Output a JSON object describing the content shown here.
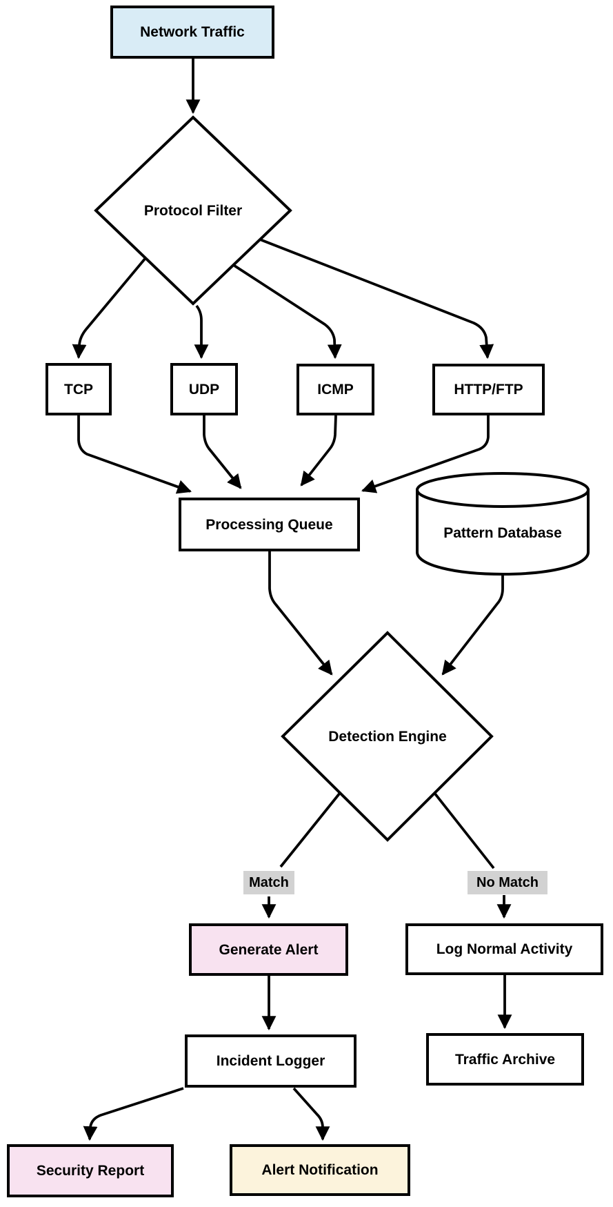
{
  "diagram": {
    "type": "flowchart",
    "nodes": [
      {
        "id": "network-traffic",
        "label": "Network Traffic",
        "shape": "rectangle",
        "fill": "#d9ecf6"
      },
      {
        "id": "protocol-filter",
        "label": "Protocol Filter",
        "shape": "diamond",
        "fill": "#ffffff"
      },
      {
        "id": "tcp",
        "label": "TCP",
        "shape": "rectangle",
        "fill": "#ffffff"
      },
      {
        "id": "udp",
        "label": "UDP",
        "shape": "rectangle",
        "fill": "#ffffff"
      },
      {
        "id": "icmp",
        "label": "ICMP",
        "shape": "rectangle",
        "fill": "#ffffff"
      },
      {
        "id": "http-ftp",
        "label": "HTTP/FTP",
        "shape": "rectangle",
        "fill": "#ffffff"
      },
      {
        "id": "processing-queue",
        "label": "Processing Queue",
        "shape": "rectangle",
        "fill": "#ffffff"
      },
      {
        "id": "pattern-database",
        "label": "Pattern Database",
        "shape": "cylinder",
        "fill": "#ffffff"
      },
      {
        "id": "detection-engine",
        "label": "Detection Engine",
        "shape": "diamond",
        "fill": "#ffffff"
      },
      {
        "id": "generate-alert",
        "label": "Generate Alert",
        "shape": "rectangle",
        "fill": "#f8e2f0"
      },
      {
        "id": "log-normal-activity",
        "label": "Log Normal Activity",
        "shape": "rectangle",
        "fill": "#ffffff"
      },
      {
        "id": "incident-logger",
        "label": "Incident Logger",
        "shape": "rectangle",
        "fill": "#ffffff"
      },
      {
        "id": "traffic-archive",
        "label": "Traffic Archive",
        "shape": "rectangle",
        "fill": "#ffffff"
      },
      {
        "id": "security-report",
        "label": "Security Report",
        "shape": "rectangle",
        "fill": "#f8e2f0"
      },
      {
        "id": "alert-notification",
        "label": "Alert Notification",
        "shape": "rectangle",
        "fill": "#fcf3dc"
      }
    ],
    "branch_labels": [
      {
        "id": "match",
        "label": "Match",
        "bg": "#d2d2d2"
      },
      {
        "id": "no-match",
        "label": "No Match",
        "bg": "#d2d2d2"
      }
    ],
    "edges": [
      {
        "from": "Network Traffic",
        "to": "Protocol Filter"
      },
      {
        "from": "Protocol Filter",
        "to": "TCP"
      },
      {
        "from": "Protocol Filter",
        "to": "UDP"
      },
      {
        "from": "Protocol Filter",
        "to": "ICMP"
      },
      {
        "from": "Protocol Filter",
        "to": "HTTP/FTP"
      },
      {
        "from": "TCP",
        "to": "Processing Queue"
      },
      {
        "from": "UDP",
        "to": "Processing Queue"
      },
      {
        "from": "ICMP",
        "to": "Processing Queue"
      },
      {
        "from": "HTTP/FTP",
        "to": "Processing Queue"
      },
      {
        "from": "Processing Queue",
        "to": "Detection Engine"
      },
      {
        "from": "Pattern Database",
        "to": "Detection Engine"
      },
      {
        "from": "Detection Engine",
        "to": "Generate Alert",
        "label": "Match"
      },
      {
        "from": "Detection Engine",
        "to": "Log Normal Activity",
        "label": "No Match"
      },
      {
        "from": "Generate Alert",
        "to": "Incident Logger"
      },
      {
        "from": "Log Normal Activity",
        "to": "Traffic Archive"
      },
      {
        "from": "Incident Logger",
        "to": "Security Report"
      },
      {
        "from": "Incident Logger",
        "to": "Alert Notification"
      }
    ],
    "colors": {
      "stroke": "#000000",
      "node_fill_default": "#ffffff",
      "node_fill_blue": "#d9ecf6",
      "node_fill_pink": "#f8e2f0",
      "node_fill_cream": "#fcf3dc",
      "branch_label_bg": "#d2d2d2"
    }
  }
}
